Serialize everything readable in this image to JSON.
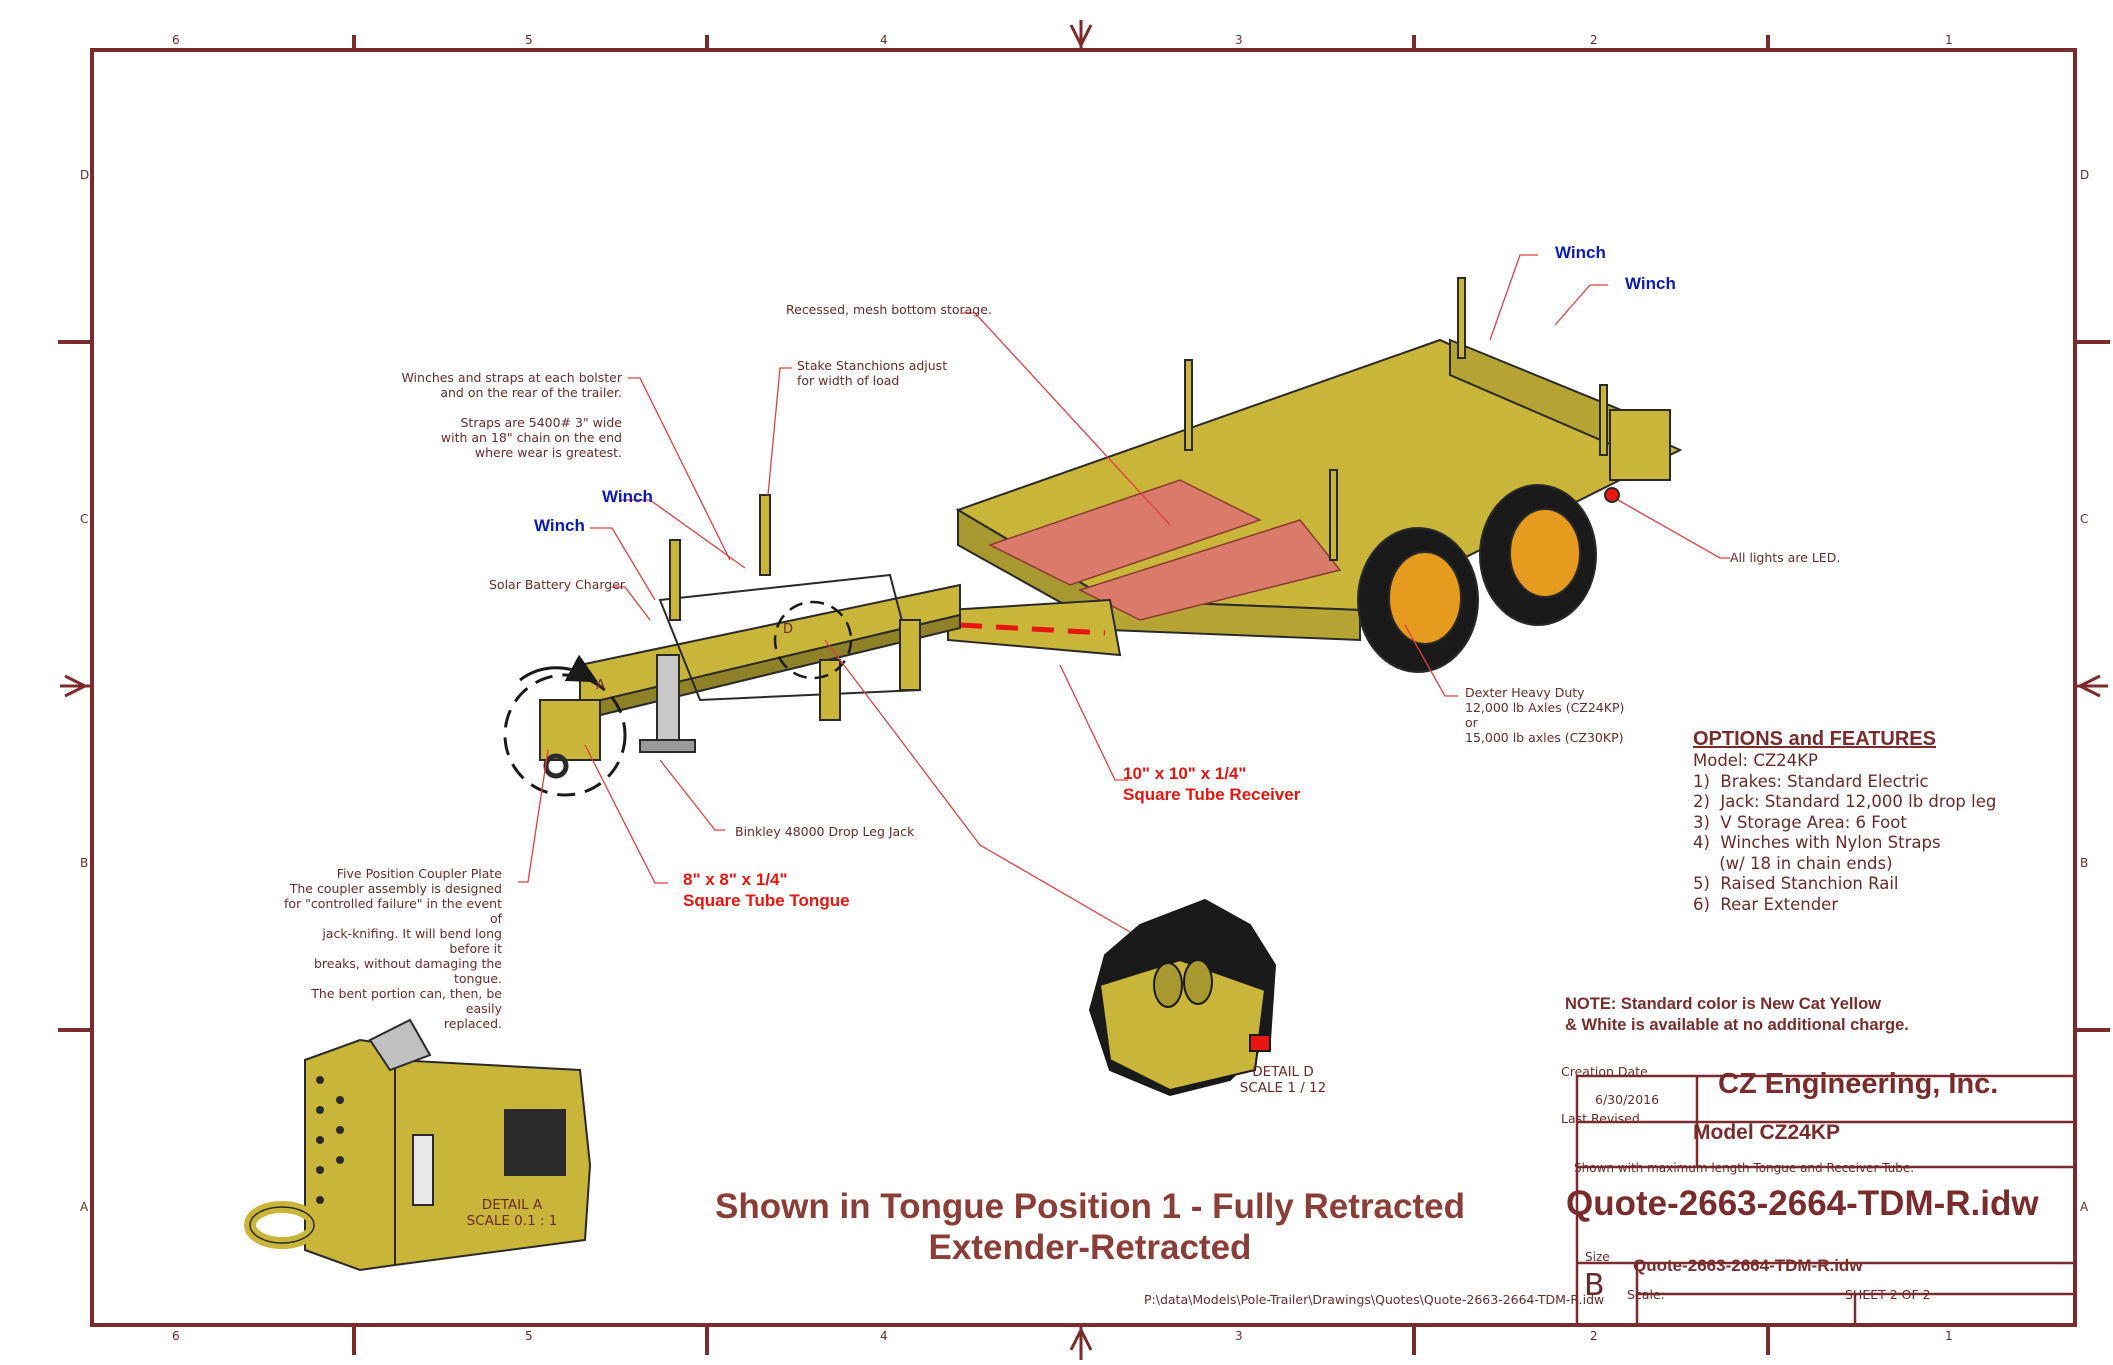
{
  "colors": {
    "border": "#7a2c2c",
    "trailer_yellow": "#c9b53a",
    "winch_blue": "#0b1bb8",
    "spec_red": "#e8160f",
    "text_brown": "#6b2a2a"
  },
  "zones": {
    "top_numbers": [
      "6",
      "5",
      "4",
      "3",
      "2",
      "1"
    ],
    "bottom_numbers": [
      "6",
      "5",
      "4",
      "3",
      "2",
      "1"
    ],
    "left_letters": [
      "D",
      "C",
      "B",
      "A"
    ],
    "right_letters": [
      "D",
      "C",
      "B",
      "A"
    ]
  },
  "callouts": {
    "recessed": "Recessed, mesh bottom storage.",
    "stake": "Stake Stanchions adjust\nfor width of load",
    "winches_straps": "Winches and straps at each bolster\nand on the rear of the trailer.\n\nStraps are 5400# 3\" wide\nwith an 18\" chain on the end\nwhere wear is greatest.",
    "solar": "Solar Battery Charger",
    "lights": "All lights are LED.",
    "dexter": "Dexter Heavy Duty\n12,000 lb Axles (CZ24KP)\nor\n15,000 lb axles (CZ30KP)",
    "binkley": "Binkley 48000 Drop Leg Jack",
    "coupler": "Five Position Coupler Plate\nThe coupler assembly is designed\nfor \"controlled failure\" in the event of\njack-knifing. It will bend long before it\nbreaks, without damaging the tongue.\nThe bent portion can, then, be easily\nreplaced."
  },
  "winch_labels": [
    "Winch",
    "Winch",
    "Winch",
    "Winch"
  ],
  "spec_labels": {
    "receiver": "10\" x 10\" x 1/4\"\nSquare Tube Receiver",
    "tongue": "8\" x 8\" x 1/4\"\nSquare Tube Tongue"
  },
  "detail_marks": {
    "a": "A",
    "d": "D"
  },
  "details": {
    "a": "DETAIL  A\nSCALE 0.1 : 1",
    "d": "DETAIL  D\nSCALE 1 / 12"
  },
  "options": {
    "heading": "OPTIONS and FEATURES",
    "lines": [
      "Model: CZ24KP",
      "1)  Brakes: Standard Electric",
      "2)  Jack: Standard 12,000 lb drop leg",
      "3)  V Storage Area: 6 Foot",
      "4)  Winches with Nylon Straps",
      "     (w/ 18 in chain ends)",
      "5)  Raised Stanchion Rail",
      "6)  Rear Extender"
    ]
  },
  "note": "NOTE: Standard color is New Cat Yellow\n& White is available at no additional charge.",
  "shown_title": [
    "Shown in Tongue Position 1 - Fully Retracted",
    "Extender-Retracted"
  ],
  "file_path": "P:\\data\\Models\\Pole-Trailer\\Drawings\\Quotes\\Quote-2663-2664-TDM-R.idw",
  "title_block": {
    "creation_date_label": "Creation Date",
    "creation_date": "6/30/2016",
    "last_revised_label": "Last Revised",
    "company": "CZ Engineering, Inc.",
    "model": "Model CZ24KP",
    "shown_note": "Shown with maximum length Tongue and Receiver Tube.",
    "file_big": "Quote-2663-2664-TDM-R.idw",
    "size_label": "Size",
    "size": "B",
    "file_small": "Quote-2663-2664-TDM-R.idw",
    "scale_label": "Scale:",
    "sheet": "SHEET 2  OF 2"
  }
}
